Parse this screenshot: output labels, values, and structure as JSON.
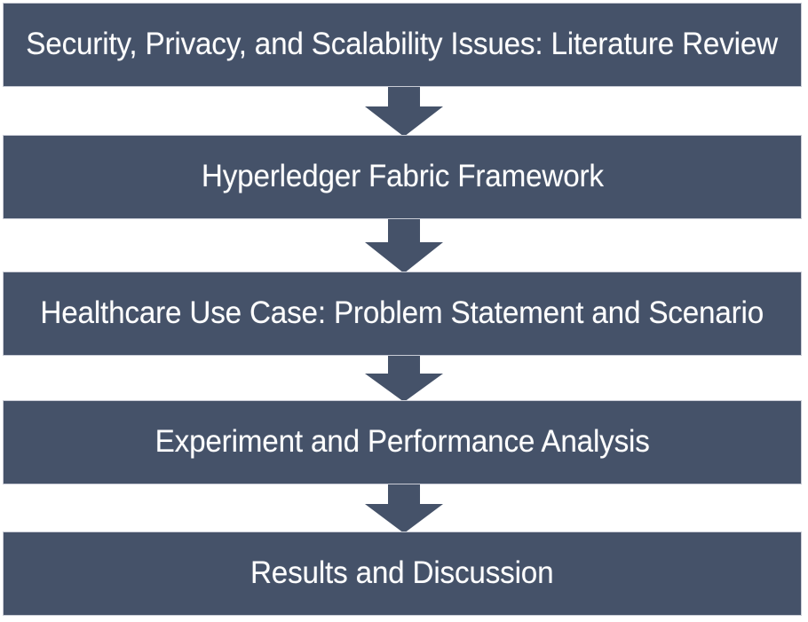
{
  "diagram": {
    "type": "flowchart",
    "orientation": "vertical-top-to-bottom",
    "box_color": "#455269",
    "box_border_color": "#c9ccd6",
    "text_color": "#ffffff",
    "arrow_color": "#455269",
    "background_color": "#ffffff",
    "steps": [
      {
        "id": 1,
        "label": "Security, Privacy, and Scalability Issues: Literature Review"
      },
      {
        "id": 2,
        "label": "Hyperledger Fabric Framework"
      },
      {
        "id": 3,
        "label": "Healthcare Use Case: Problem Statement and Scenario"
      },
      {
        "id": 4,
        "label": "Experiment and Performance Analysis"
      },
      {
        "id": 5,
        "label": "Results and Discussion"
      }
    ],
    "connectors": [
      {
        "id": 1,
        "icon": "arrow-down-icon",
        "from": 1,
        "to": 2
      },
      {
        "id": 2,
        "icon": "arrow-down-icon",
        "from": 2,
        "to": 3
      },
      {
        "id": 3,
        "icon": "arrow-down-icon",
        "from": 3,
        "to": 4
      },
      {
        "id": 4,
        "icon": "arrow-down-icon",
        "from": 4,
        "to": 5
      }
    ]
  }
}
